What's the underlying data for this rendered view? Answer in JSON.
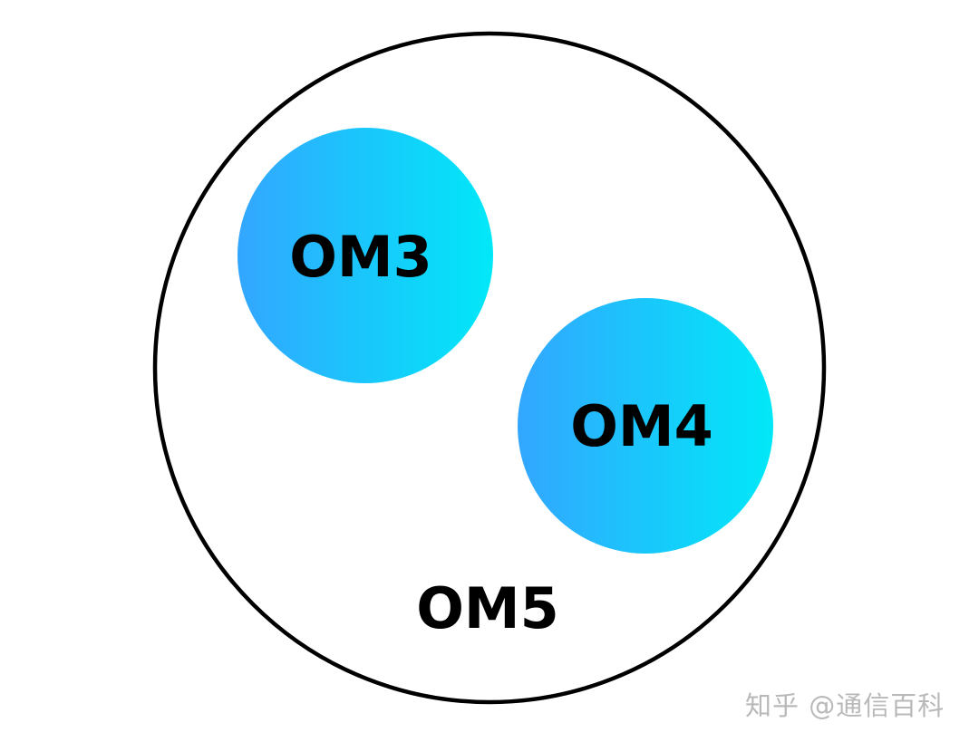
{
  "diagram": {
    "outer_circle": {
      "label": "OM5",
      "stroke_color": "#000000",
      "fill_color": "#ffffff"
    },
    "inner_circles": [
      {
        "label": "OM3",
        "gradient_start": "#33a6ff",
        "gradient_end": "#00e8f8"
      },
      {
        "label": "OM4",
        "gradient_start": "#33a6ff",
        "gradient_end": "#00e8f8"
      }
    ]
  },
  "watermark": {
    "text": "知乎 @通信百科"
  }
}
